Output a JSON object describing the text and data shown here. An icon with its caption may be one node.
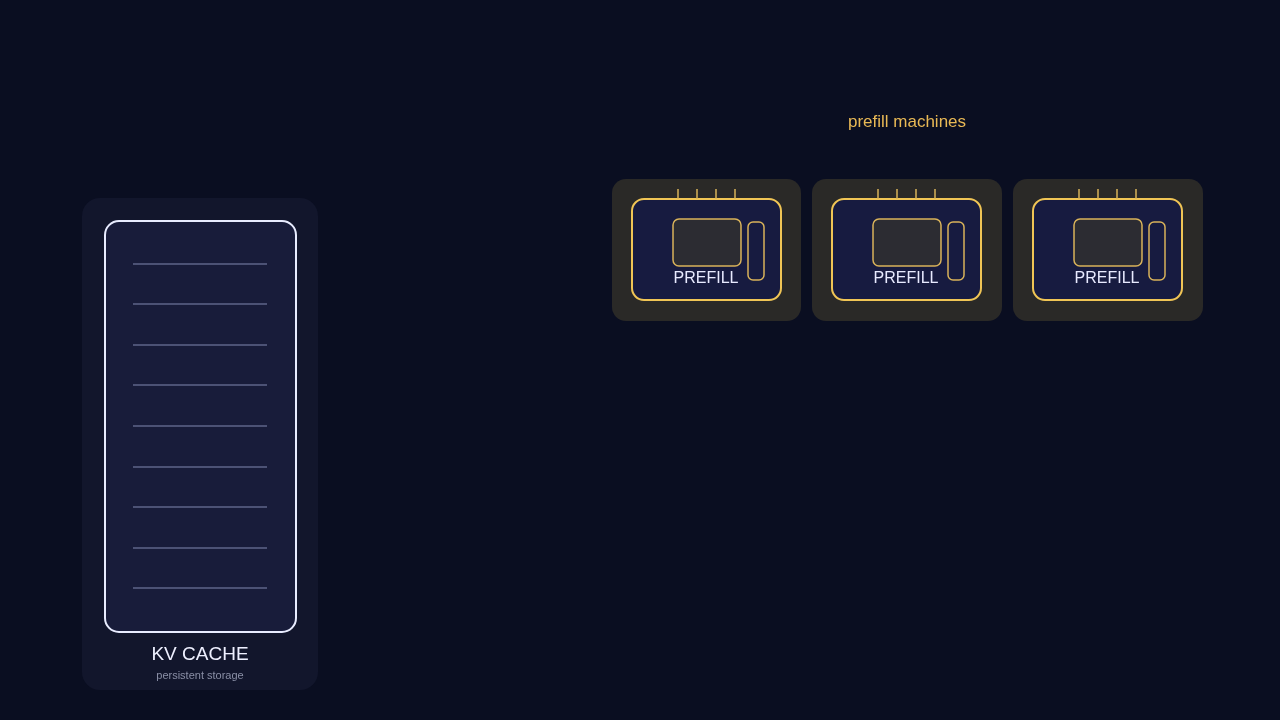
{
  "diagram": {
    "nodes": [
      {
        "text": [
          "KV CACHE",
          "persistent storage"
        ]
      },
      {
        "text": [
          "PREFILL"
        ]
      },
      {
        "text": [
          "PREFILL"
        ]
      },
      {
        "text": [
          "PREFILL"
        ]
      }
    ],
    "labels": [
      "prefill machines"
    ]
  }
}
